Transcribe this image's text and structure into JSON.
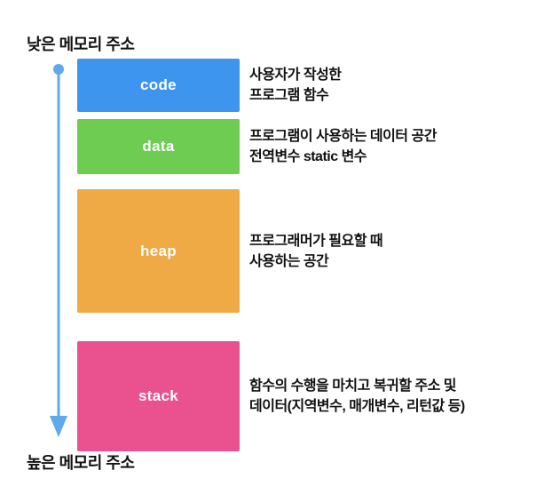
{
  "diagram": {
    "title": "memory-layout-diagram",
    "top_label": "낮은 메모리 주소",
    "bottom_label": "높은 메모리 주소",
    "arrow_color": "#5FA9EC",
    "text_color": "#111111",
    "segments": [
      {
        "name": "code",
        "label": "code",
        "color": "#3E95EE",
        "desc": [
          "사용자가 작성한",
          "프로그램 함수"
        ]
      },
      {
        "name": "data",
        "label": "data",
        "color": "#6ECC52",
        "desc": [
          "프로그램이 사용하는 데이터 공간",
          "전역변수 static 변수"
        ]
      },
      {
        "name": "heap",
        "label": "heap",
        "color": "#EFA945",
        "desc": [
          "프로그래머가 필요할 때",
          "사용하는 공간"
        ]
      },
      {
        "name": "stack",
        "label": "stack",
        "color": "#E9518F",
        "desc": [
          "함수의 수행을 마치고 복귀할 주소 및",
          "데이터(지역변수, 매개변수, 리턴값 등)"
        ]
      }
    ]
  }
}
